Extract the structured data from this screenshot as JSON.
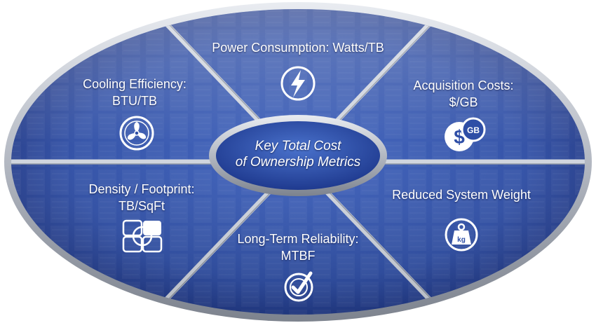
{
  "center": {
    "line1": "Key Total Cost",
    "line2": "of Ownership Metrics"
  },
  "segments": {
    "power": {
      "line1": "Power Consumption: Watts/TB",
      "icon": "lightning-icon"
    },
    "acquisition": {
      "line1": "Acquisition Costs:",
      "line2": "$/GB",
      "icon": "dollar-gb-icon",
      "icon_text": "GB"
    },
    "weight": {
      "line1": "Reduced System Weight",
      "icon": "weight-icon",
      "icon_text": "kg"
    },
    "reliability": {
      "line1": "Long-Term Reliability:",
      "line2": "MTBF",
      "icon": "checkmark-target-icon"
    },
    "density": {
      "line1": "Density / Footprint:",
      "line2": "TB/SqFt",
      "icon": "footprint-grid-icon"
    },
    "cooling": {
      "line1": "Cooling Efficiency:",
      "line2": "BTU/TB",
      "icon": "fan-icon"
    }
  },
  "colors": {
    "segment_blue": "#2f4fa6",
    "segment_dark": "#1c3077",
    "divider": "#c9ced8",
    "rim": "#8d939e"
  }
}
